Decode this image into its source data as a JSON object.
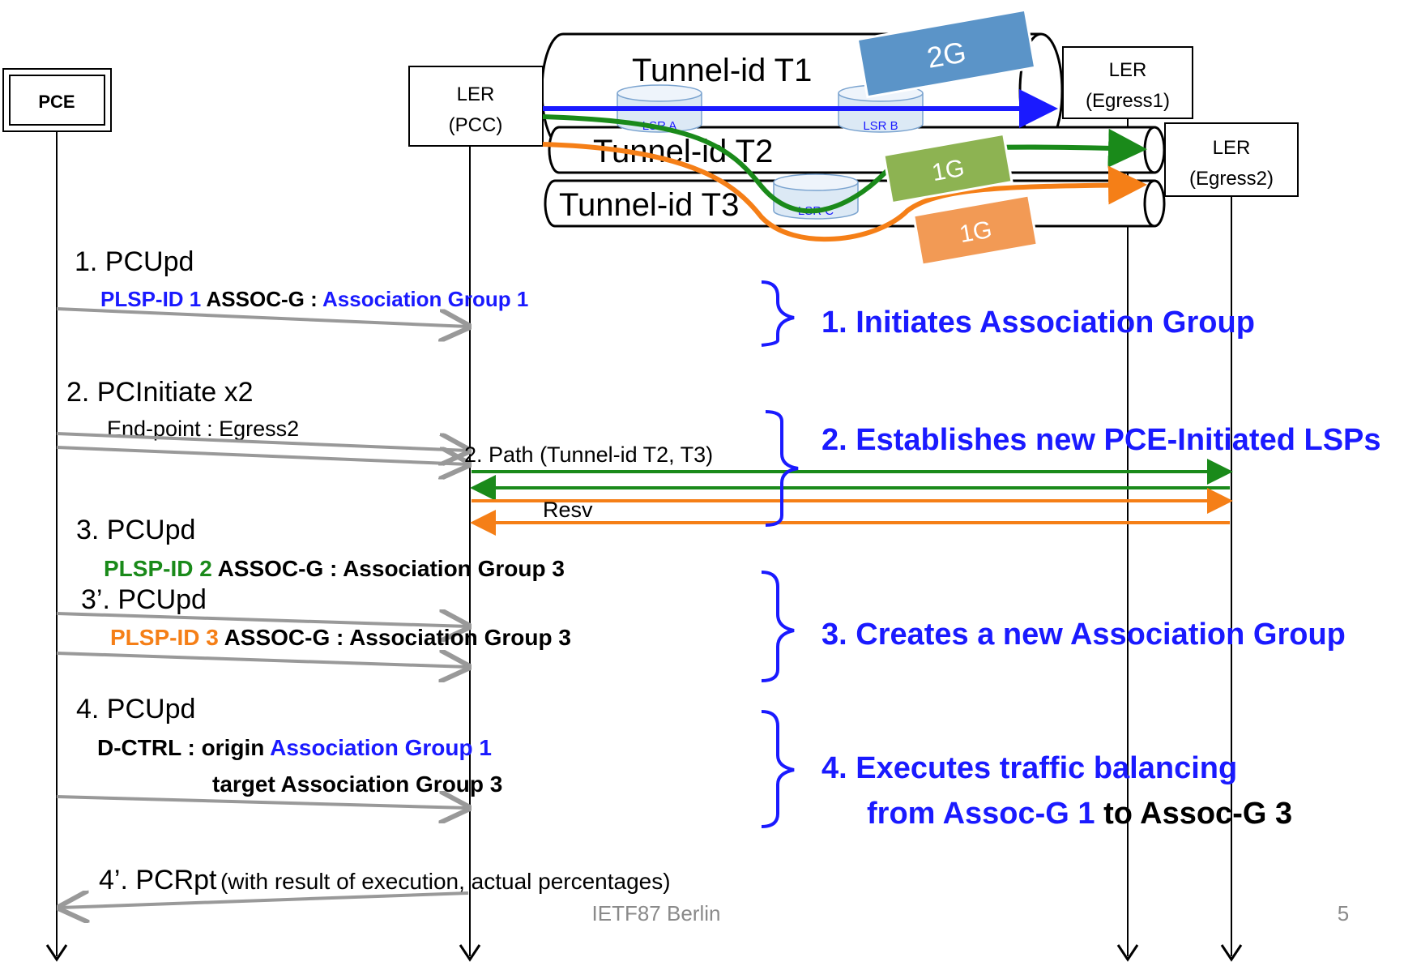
{
  "colors": {
    "blue": "#1a1aff",
    "green": "#1a8a1a",
    "orange": "#f57f17",
    "gray": "#999999",
    "black": "#000000",
    "box_blue": "#5b94c8",
    "box_green": "#8db352",
    "box_orange": "#f29a55",
    "brace": "#1a1aff"
  },
  "nodes": {
    "pce": "PCE",
    "ler_pcc_line1": "LER",
    "ler_pcc_line2": "(PCC)",
    "ler_egress1_line1": "LER",
    "ler_egress1_line2": "(Egress1)",
    "ler_egress2_line1": "LER",
    "ler_egress2_line2": "(Egress2)"
  },
  "tunnels": {
    "t1": "Tunnel-id T1",
    "t2": "Tunnel-id T2",
    "t3": "Tunnel-id T3"
  },
  "lsrs": {
    "a": "LSR A",
    "b": "LSR B",
    "c": "LSR C"
  },
  "bandwidth": {
    "t1": "2G",
    "t2": "1G",
    "t3": "1G"
  },
  "messages": {
    "m1_title": "1. PCUpd",
    "m1_plsp": "PLSP-ID 1",
    "m1_assoc": "ASSOC-G :",
    "m1_group": "Association Group 1",
    "m2_title": "2. PCInitiate x2",
    "m2_endpoint": "End-point : Egress2",
    "m2_path": "2. Path (Tunnel-id T2, T3)",
    "m2_resv": "Resv",
    "m3_title": "3. PCUpd",
    "m3_plsp": "PLSP-ID 2",
    "m3_assoc": "ASSOC-G : Association Group 3",
    "m3b_title": "3’. PCUpd",
    "m3b_plsp": "PLSP-ID 3",
    "m3b_assoc": "ASSOC-G : Association Group 3",
    "m4_title": "4. PCUpd",
    "m4_dctrl": "D-CTRL : origin",
    "m4_origin_group": "Association Group 1",
    "m4_target": "target Association Group 3",
    "m4b_title": "4’. PCRpt",
    "m4b_note": "(with result of execution, actual percentages)"
  },
  "steps": {
    "s1": "1. Initiates Association Group",
    "s2": "2. Establishes new PCE-Initiated LSPs",
    "s3": "3. Creates a new Association Group",
    "s4_line1": "4. Executes traffic balancing",
    "s4_line2_part1": "from Assoc-G 1",
    "s4_line2_part2": "to Assoc-G 3"
  },
  "footer": {
    "event": "IETF87 Berlin",
    "page": "5"
  }
}
